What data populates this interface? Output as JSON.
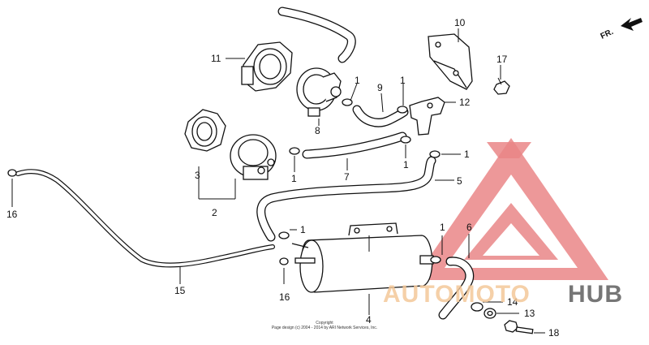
{
  "callouts": {
    "c1a": "1",
    "c1b": "1",
    "c1c": "1",
    "c1d": "1",
    "c1e": "1",
    "c1f": "1",
    "c1g": "1",
    "c2": "2",
    "c3": "3",
    "c4": "4",
    "c5": "5",
    "c6": "6",
    "c7": "7",
    "c8": "8",
    "c9": "9",
    "c10": "10",
    "c11": "11",
    "c12": "12",
    "c13": "13",
    "c14": "14",
    "c16a": "16",
    "c16b": "16",
    "c15": "15",
    "c17": "17",
    "c18": "18"
  },
  "direction_label": "FR.",
  "copyright": {
    "line1": "Copyright",
    "line2": "Page design (c) 2004 - 2014 by ARI Network Services, Inc."
  },
  "watermark": {
    "part1": "AUTOMOTO",
    "part2": "HUB",
    "color_primary": "#e8797a",
    "color_secondary": "#f4c89a",
    "color_dark": "#555555"
  }
}
